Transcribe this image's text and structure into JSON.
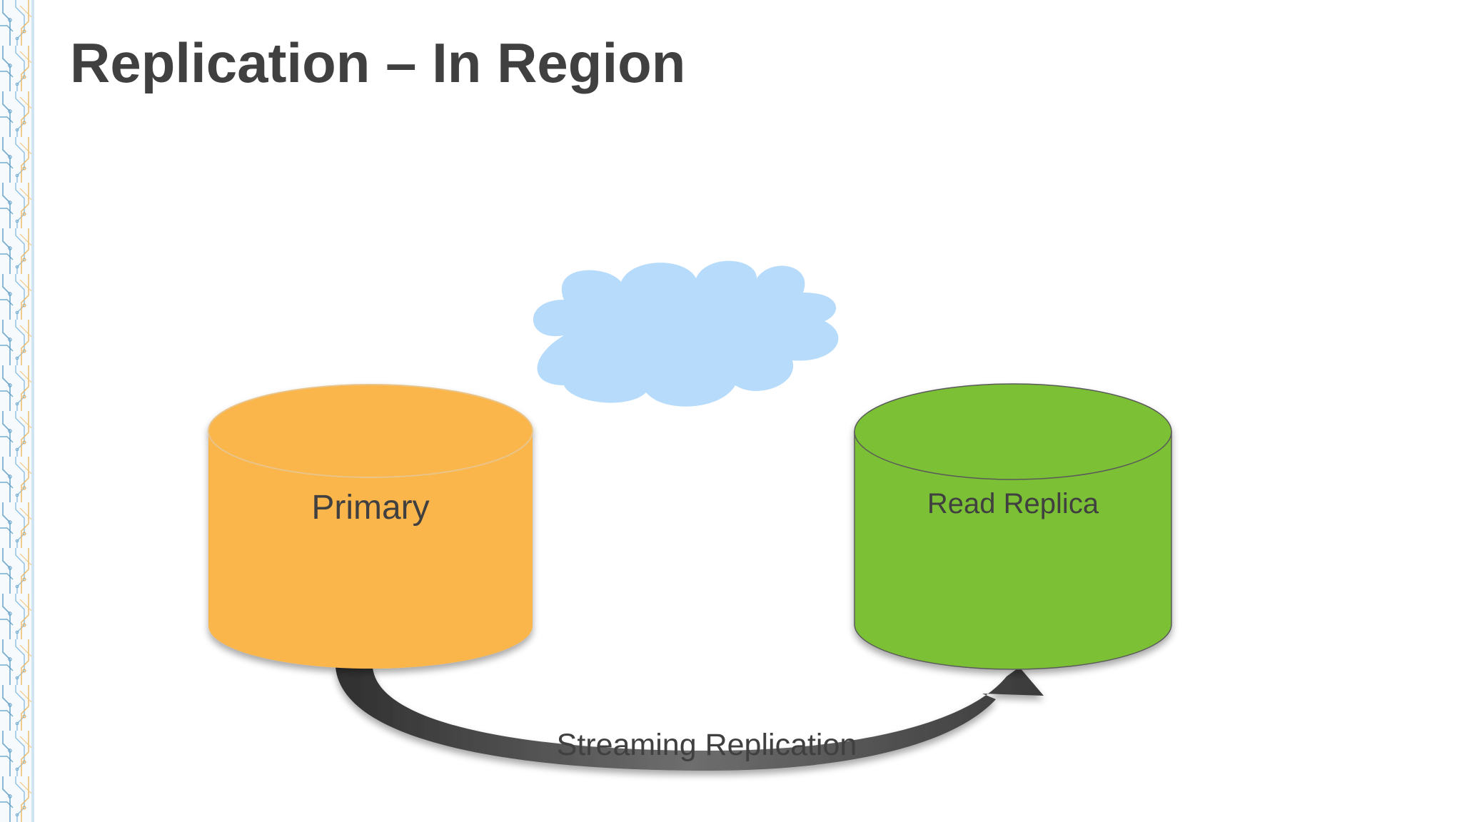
{
  "slide": {
    "title": "Replication – In Region"
  },
  "diagram": {
    "cloud": {
      "icon": "cloud-icon",
      "color": "#b6dbfb"
    },
    "primary": {
      "label": "Primary",
      "icon": "database-cylinder-icon",
      "color": "#fbb64c"
    },
    "replica": {
      "label": "Read Replica",
      "icon": "database-cylinder-icon",
      "color": "#7cc035"
    },
    "connection": {
      "label": "Streaming Replication",
      "icon": "curved-arrow-icon",
      "color": "#595959"
    }
  }
}
